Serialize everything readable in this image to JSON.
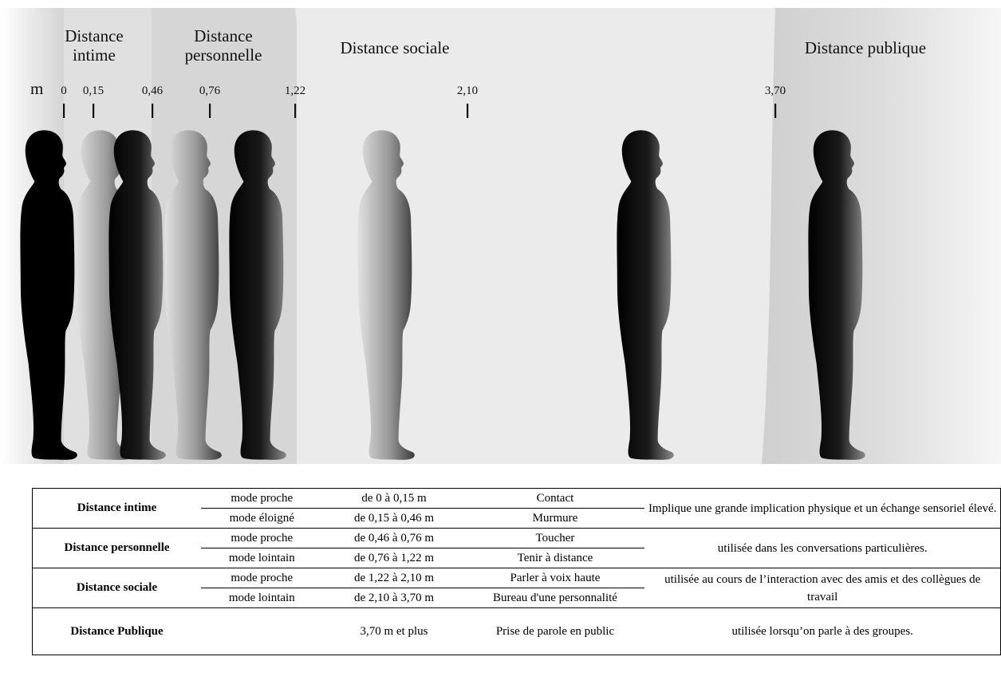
{
  "diagram": {
    "unit": "m",
    "zones": [
      {
        "label_lines": [
          "Distance",
          "intime"
        ]
      },
      {
        "label_lines": [
          "Distance",
          "personnelle"
        ]
      },
      {
        "label_lines": [
          "Distance sociale"
        ]
      },
      {
        "label_lines": [
          "Distance publique"
        ]
      }
    ],
    "ticks": [
      "0",
      "0,15",
      "0,46",
      "0,76",
      "1,22",
      "2,10",
      "3,70"
    ],
    "figure_shading": [
      "solid",
      "fade",
      "solid",
      "fade",
      "solid",
      "fade",
      "solid",
      "solid"
    ],
    "colors": {
      "background": "#e8e8e8",
      "figure_dark": "#000000",
      "figure_light": "#d0d0d0"
    }
  },
  "table": {
    "rows": [
      {
        "name": "Distance intime",
        "modes": [
          {
            "mode": "mode proche",
            "range": "de 0 à 0,15 m",
            "behavior": "Contact"
          },
          {
            "mode": "mode éloigné",
            "range": "de 0,15 à 0,46 m",
            "behavior": "Murmure"
          }
        ],
        "description": "Implique une grande implication physique et un échange sensoriel élevé."
      },
      {
        "name": "Distance personnelle",
        "modes": [
          {
            "mode": "mode proche",
            "range": "de 0,46 à 0,76 m",
            "behavior": "Toucher"
          },
          {
            "mode": "mode lointain",
            "range": "de 0,76 à 1,22 m",
            "behavior": "Tenir à distance"
          }
        ],
        "description": "utilisée dans les conversations particulières."
      },
      {
        "name": "Distance sociale",
        "modes": [
          {
            "mode": "mode proche",
            "range": "de 1,22 à 2,10 m",
            "behavior": "Parler à voix haute"
          },
          {
            "mode": "mode lointain",
            "range": "de 2,10 à 3,70 m",
            "behavior": "Bureau d'une personnalité"
          }
        ],
        "description": "utilisée au cours de l’interaction avec des amis et des collègues de travail"
      },
      {
        "name": "Distance Publique",
        "modes": [
          {
            "mode": "",
            "range": "3,70 m et plus",
            "behavior": "Prise de parole en public"
          }
        ],
        "description": "utilisée lorsqu’on parle à des groupes."
      }
    ]
  }
}
